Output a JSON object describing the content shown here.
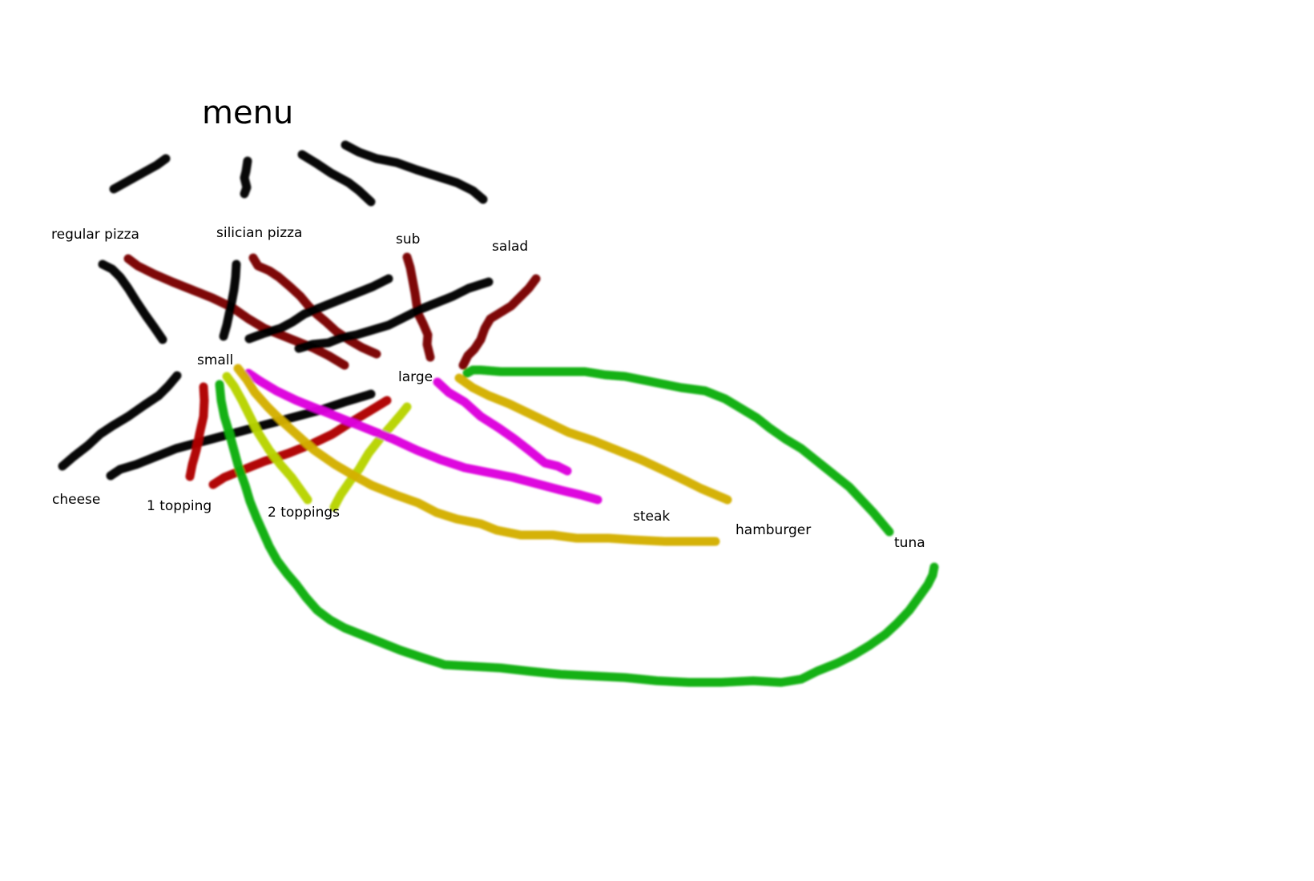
{
  "title": "menu",
  "labels": {
    "regular_pizza": "regular pizza",
    "silician_pizza": "silician pizza",
    "sub": "sub",
    "salad": "salad",
    "small": "small",
    "large": "large",
    "cheese": "cheese",
    "one_topping": "1 topping",
    "two_toppings": "2 toppings",
    "steak": "steak",
    "hamburger": "hamburger",
    "tuna": "tuna"
  },
  "colors": {
    "black": "#000000",
    "dark_red": "#7a0000",
    "red": "#b00000",
    "green": "#0aae0a",
    "yellow_green": "#b8d400",
    "gold": "#d4b000",
    "magenta": "#dd00dd"
  }
}
